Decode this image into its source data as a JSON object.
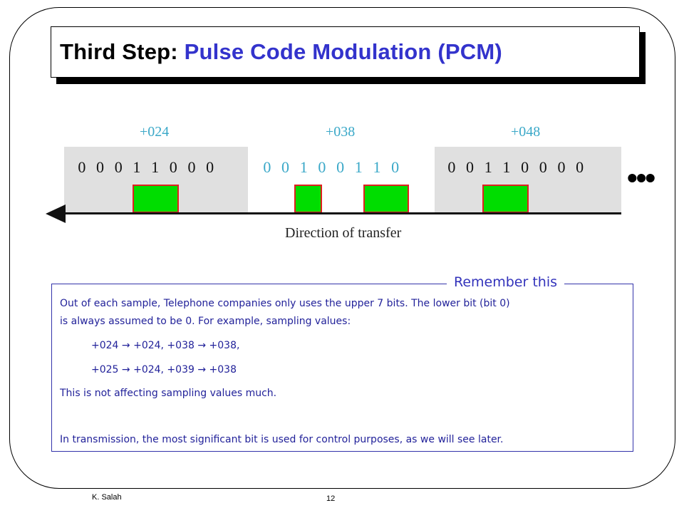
{
  "title": {
    "part1": "Third Step:",
    "part2": "Pulse Code Modulation (PCM)"
  },
  "diagram": {
    "samples": [
      {
        "label": "+024",
        "bits": [
          "0",
          "0",
          "0",
          "1",
          "1",
          "0",
          "0",
          "0"
        ]
      },
      {
        "label": "+038",
        "bits": [
          "0",
          "0",
          "1",
          "0",
          "0",
          "1",
          "1",
          "0"
        ]
      },
      {
        "label": "+048",
        "bits": [
          "0",
          "0",
          "1",
          "1",
          "0",
          "0",
          "0",
          "0"
        ]
      }
    ],
    "direction_label": "Direction of transfer",
    "ellipsis": "•••",
    "colors": {
      "highlight_fill": "#00dd00",
      "highlight_border": "#e02020",
      "label_color": "#3aa8c8"
    }
  },
  "remember": {
    "title": "Remember this",
    "line1": "Out of each sample, Telephone companies only uses the upper 7 bits.  The lower bit (bit 0)",
    "line2": "is always assumed to be 0.  For example, sampling values:",
    "example1": "+024 → +024, +038 → +038,",
    "example2": "+025 → +024, +039 → +038",
    "line3": "This is not affecting sampling values much.",
    "line4": "In transmission, the most significant bit is used for control purposes, as we will see later."
  },
  "footer": {
    "author": "K. Salah",
    "page": "12"
  }
}
